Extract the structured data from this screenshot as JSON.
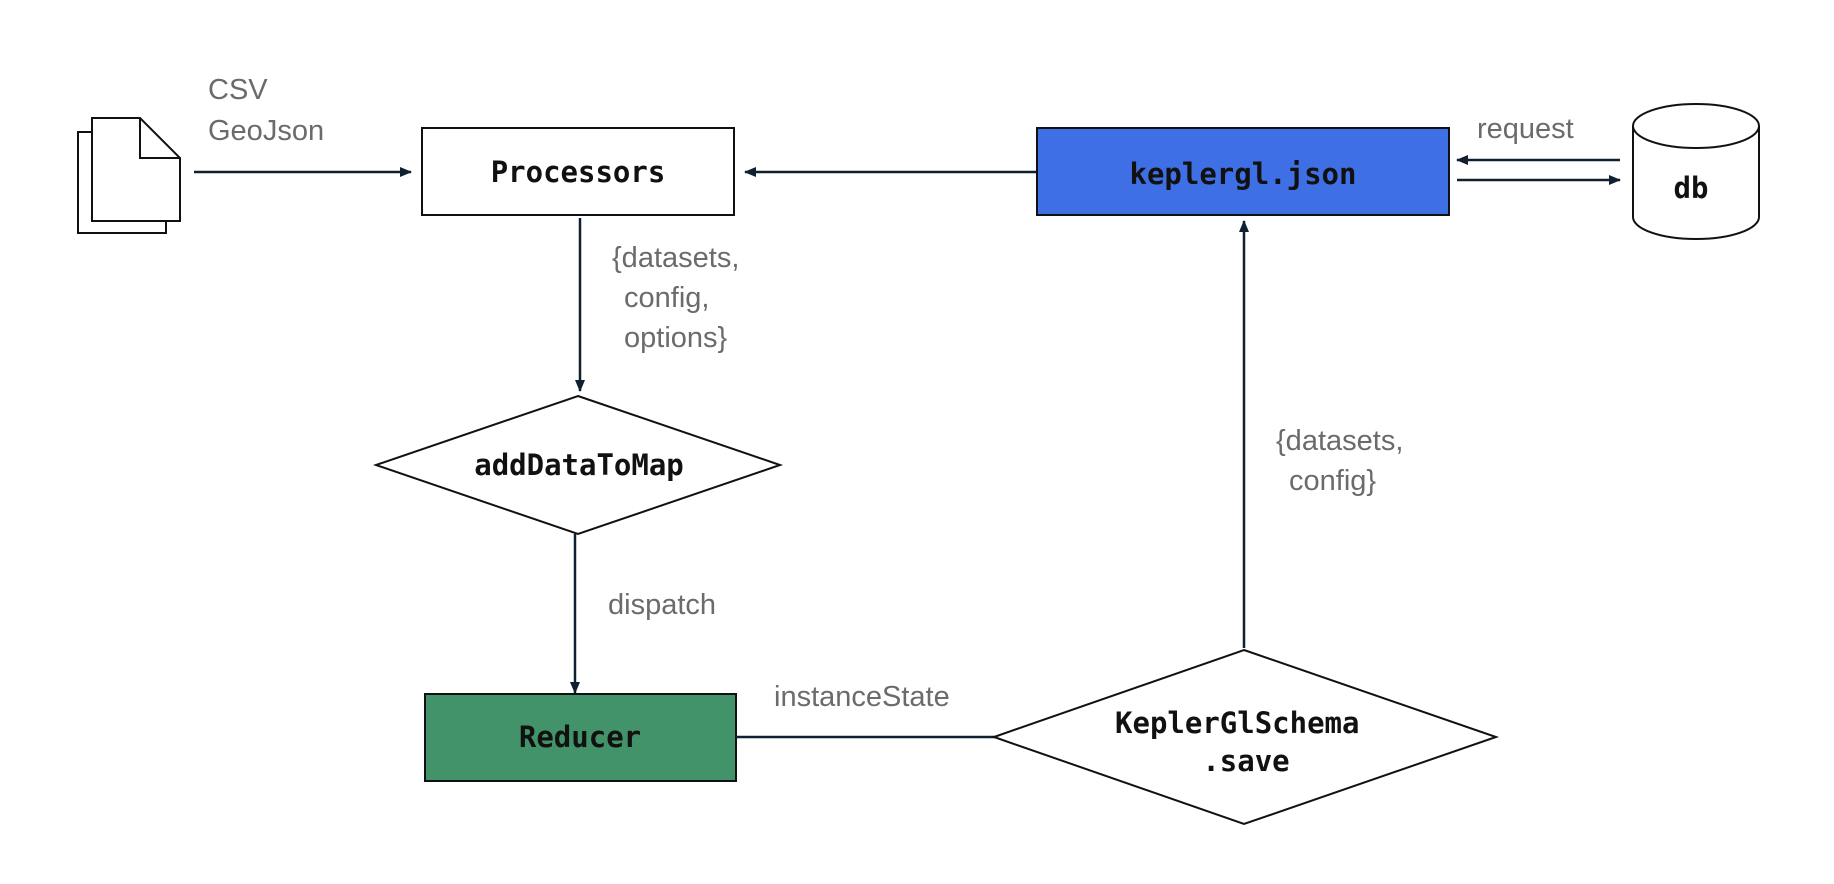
{
  "labels": {
    "file_types": [
      "CSV",
      "GeoJson"
    ],
    "processor_output": [
      "{datasets,",
      "config,",
      "options}"
    ],
    "dispatch": "dispatch",
    "instance_state": "instanceState",
    "save_output": [
      "{datasets,",
      "config}"
    ],
    "request": "request"
  },
  "nodes": {
    "processors": "Processors",
    "keplergl_json": "keplergl.json",
    "db": "db",
    "add_data_to_map": "addDataToMap",
    "reducer": "Reducer",
    "schema_save": [
      "KeplerGlSchema",
      ".save"
    ]
  },
  "colors": {
    "keplergl_json_fill": "#3f6fe4",
    "reducer_fill": "#43936a",
    "edge": "#0f2030",
    "label": "#6b6b6b"
  },
  "icons": {
    "files": "documents-icon",
    "db": "database-cylinder-icon"
  }
}
